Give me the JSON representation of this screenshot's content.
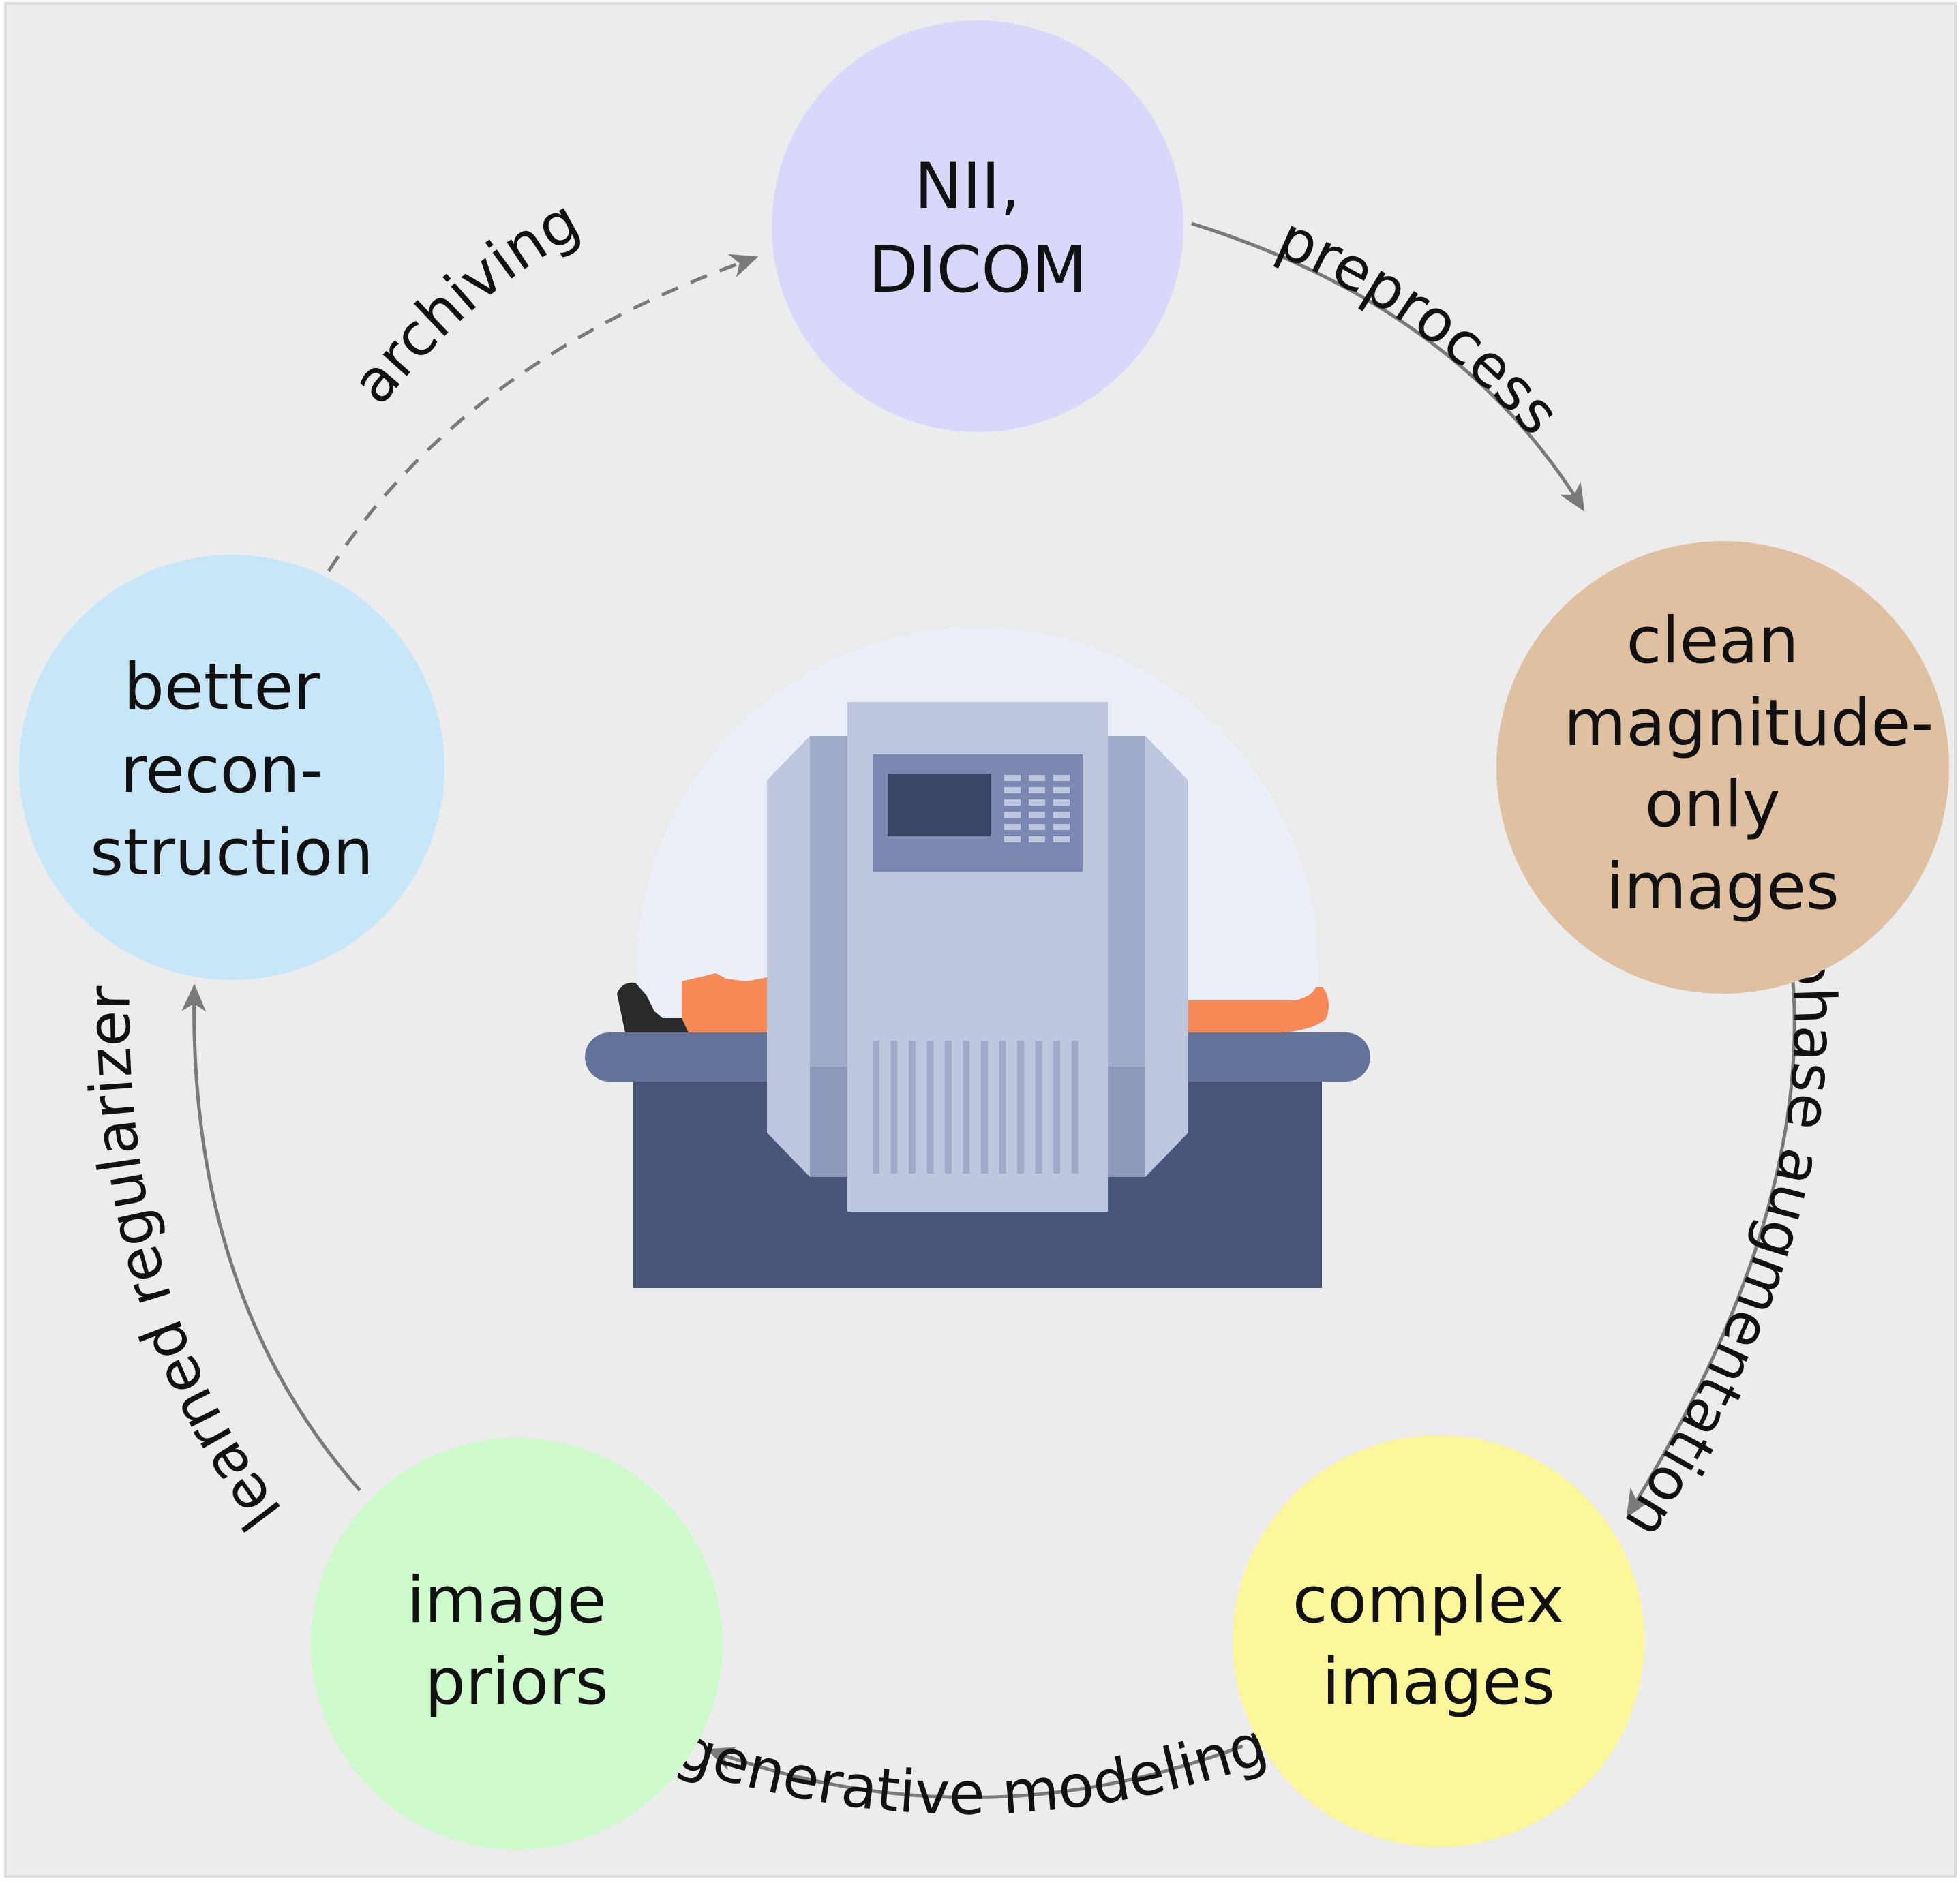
{
  "colors": {
    "background": "#ececec",
    "arrow": "#7a7a7a",
    "text": "#111111"
  },
  "nodes": {
    "nii_dicom": {
      "lines": [
        "NII,",
        "DICOM"
      ],
      "color": "#d8d8fb"
    },
    "clean_images": {
      "lines": [
        "clean",
        "magnitude-",
        "only",
        "images"
      ],
      "color": "#dfc0a0"
    },
    "complex_images": {
      "lines": [
        "complex",
        "images"
      ],
      "color": "#fdf79b"
    },
    "image_priors": {
      "lines": [
        "image",
        "priors"
      ],
      "color": "#cdfbcb"
    },
    "better_reconstruction": {
      "lines": [
        "better",
        "recon-",
        "struction"
      ],
      "color": "#c7e7f9"
    }
  },
  "edges": {
    "preprocess": {
      "label": "preprocess",
      "style": "solid"
    },
    "phase_augmentation": {
      "label": "phase augmentation",
      "style": "solid"
    },
    "generative_modeling": {
      "label": "generative modeling",
      "style": "solid"
    },
    "learned_regularizer": {
      "label": "learned regularizer",
      "style": "solid"
    },
    "archiving": {
      "label": "archiving",
      "style": "dashed"
    }
  },
  "illustration": {
    "subject": "mri-scanner-with-patient",
    "colors": {
      "dome": "#eaeff8",
      "bed_top": "#647399",
      "bed_base": "#48567a",
      "scanner_light": "#bfc7df",
      "scanner_mid": "#a0aac9",
      "scanner_dark": "#8d98bb",
      "panel": "#7a88b2",
      "screen": "#3b4567",
      "skin": "#f58a56",
      "hair": "#2a2a2a"
    }
  }
}
